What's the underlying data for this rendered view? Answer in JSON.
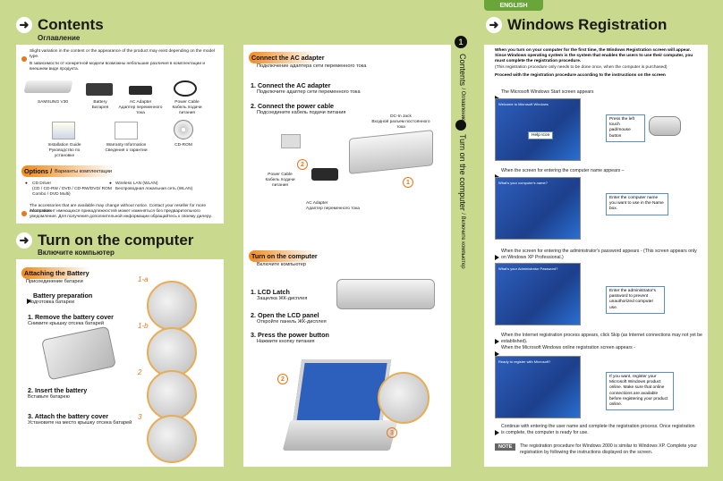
{
  "contents": {
    "title": "Contents",
    "title_ru": "Оглавление",
    "note_en": "Slight variation in the content or the appearance of the product may exist depending on the model type.",
    "note_ru": "В зависимости от конкретной модели возможны небольшие различия в комплектации и внешнем виде продукта.",
    "items": [
      {
        "label": "SAMSUNG V30",
        "label_ru": ""
      },
      {
        "label": "Battery",
        "label_ru": "Батарея"
      },
      {
        "label": "AC Adapter",
        "label_ru": "Адаптер переменного тока"
      },
      {
        "label": "Power Cable",
        "label_ru": "Кабель подачи питания"
      },
      {
        "label": "Installation Guide",
        "label_ru": "Руководство по установке"
      },
      {
        "label": "Warranty Information",
        "label_ru": "Сведения о гарантии"
      },
      {
        "label": "CD-ROM",
        "label_ru": ""
      }
    ],
    "options_title": "Options /",
    "options_title_ru": "Варианты комплектации",
    "option1": "CD Driver",
    "option1_sub": "(CD / CD-RW / DVD / CD-RW/DVD/ ROM Combo / DVD Multi)",
    "option2": "Wireless LAN (WLAN)",
    "option2_ru": "Беспроводная локальная сеть (WLAN)",
    "footer_en": "The accessories that are available may change without notice. Contact your reseller for more information.",
    "footer_ru": "Ассортимент имеющихся принадлежностей может изменяться без предварительного уведомления. Для получения дополнительной информации обращайтесь к своему дилеру."
  },
  "turn_on": {
    "title": "Turn on the computer",
    "title_ru": "Включите компьютер",
    "attach_title": "Attaching the Battery",
    "attach_ru": "Присоединение батареи",
    "prep": "Battery preparation",
    "prep_ru": "Подготовка батареи",
    "step1": "1. Remove the battery cover",
    "step1_ru": "Снимите крышку отсека батарей",
    "step2": "2. Insert the battery",
    "step2_ru": "Вставьте батарею",
    "step3": "3. Attach the battery cover",
    "step3_ru": "Установите на место крышку отсека батарей",
    "labels": [
      "1-a",
      "1-b",
      "2",
      "3"
    ]
  },
  "middle": {
    "connect_title": "Connect the AC adapter",
    "connect_ru": "Подключение адаптера сети переменного тока",
    "c1": "1. Connect the AC adapter",
    "c1_ru": "Подключите адаптер сети переменного тока",
    "c2": "2. Connect the power cable",
    "c2_ru": "Подсоедините кабель подачи питания",
    "dcin": "DC-In Jack",
    "dcin_ru": "Входной разъем постоянного тока",
    "power_cable": "Power Cable",
    "power_cable_ru": "Кабель подачи питания",
    "ac_adapter": "AC Adapter",
    "ac_adapter_ru": "Адаптер переменного тока",
    "turn_title": "Turn on the computer",
    "turn_ru": "Включите компьютер",
    "t1": "1. LCD Latch",
    "t1_ru": "Защелка ЖК-дисплея",
    "t2": "2. Open the LCD panel",
    "t2_ru": "Откройте панель ЖК-дисплея",
    "t3": "3. Press the power button",
    "t3_ru": "Нажмите кнопку питания",
    "nums": [
      "1",
      "2",
      "3"
    ]
  },
  "spine": {
    "num": "1",
    "text_en": "Contents",
    "text_ru": "Оглавление",
    "text2_en": "Turn on the computer",
    "text2_ru": "Включите компьютер"
  },
  "windows": {
    "lang_tab": "ENGLISH",
    "title": "Windows Registration",
    "intro_bold": "When you turn on your computer for the first time, the Windows Registration screen will appear. Since Windows operating system is the system that enables the users to use their computer, you must complete the registration procedure.",
    "intro_small": "(This registration procedure only needs to be done once, when the computer is purchased)",
    "proceed": "Proceed with the registration procedure according to the instructions on the screen",
    "s1": "The Microsoft Windows Start screen appears",
    "s1_callout": "Press the left touch pad/mouse button",
    "s1_help": "Help Icon",
    "s2": "When the screen for entering the computer name appears –",
    "s2_callout": "Enter the computer name you want to use in the Name box.",
    "s3": "When the screen for entering the administrator's password appears - (This screen appears only on Windows XP Professional.)",
    "s3_callout": "Enter the administrator's password to prevent unauthorized computer use.",
    "s4a": "When the Internet registration process appears, click Skip (as Internet connections may not yet be established).",
    "s4b": "When the Microsoft Windows online registration screen appears -",
    "s4_callout": "If you want, register your Microsoft Windows product online. Make sure that online connections are available before registering your product online.",
    "s5": "Continue with entering the user name and complete the registration process. Once registration is complete, the computer is ready for use.",
    "note_label": "NOTE",
    "note_text": "The registration procedure for Windows 2000 is similar to Windows XP. Complete your registration by following the instructions displayed on the screen.",
    "screen1_title": "Welcome to Microsoft Windows",
    "screen2_title": "What's your computer's name?",
    "screen3_title": "What's your Administrator Password?",
    "screen4_title": "Ready to register with Microsoft?"
  },
  "colors": {
    "green": "#c9d98e",
    "orange": "#e8771a",
    "tab": "#6aa53a"
  }
}
